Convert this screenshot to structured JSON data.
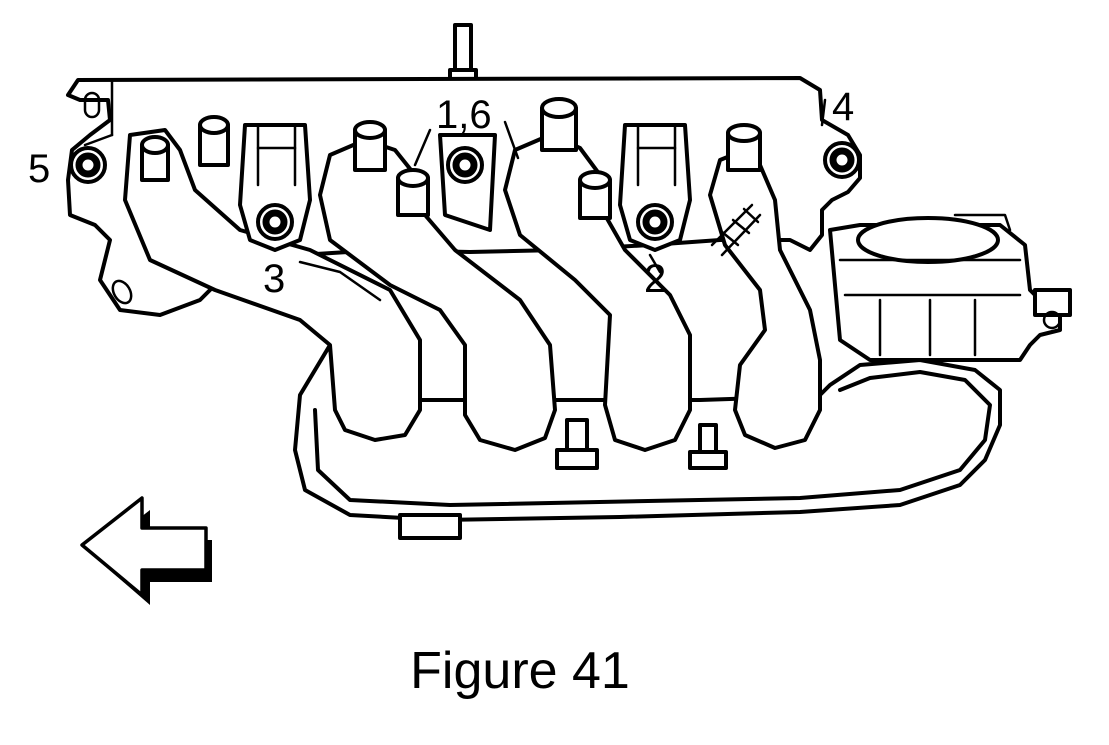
{
  "figure": {
    "caption": "Figure 41"
  },
  "callouts": [
    {
      "id": "1",
      "label": "1,6"
    },
    {
      "id": "2",
      "label": "2"
    },
    {
      "id": "3",
      "label": "3"
    },
    {
      "id": "4",
      "label": "4"
    },
    {
      "id": "5",
      "label": "5"
    }
  ],
  "icons": {
    "direction_arrow": "left-arrow-icon"
  },
  "colors": {
    "line": "#000000",
    "background": "#ffffff"
  }
}
